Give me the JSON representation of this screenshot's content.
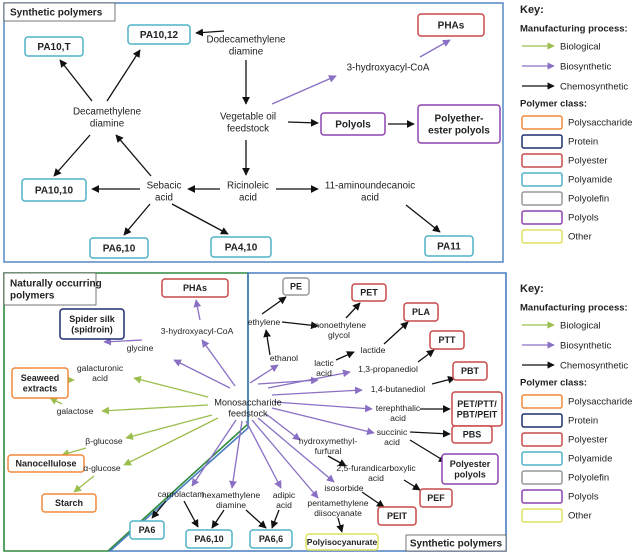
{
  "colors": {
    "synthetic_panel_border": "#4a7fc1",
    "natural_panel_border": "#2e8b3e",
    "biological_arrow": "#9bbf4f",
    "biosynthetic_arrow": "#8a6fc4",
    "chemosynthetic_arrow": "#111111",
    "polysaccharide": "#f08a3c",
    "protein": "#1f2f6e",
    "polyester": "#c94a4a",
    "polyamide": "#4fb3c7",
    "polyolefin": "#999999",
    "polyols": "#8e44ad",
    "other": "#e0e060"
  },
  "top": {
    "title": "Synthetic polymers",
    "nodes": {
      "pa10t": "PA10,T",
      "pa1012": "PA10,12",
      "phas": "PHAs",
      "dodecamethylene_diamine": [
        "Dodecamethylene",
        "diamine"
      ],
      "hydroxyacyl_coa": "3-hydroxyacyl-CoA",
      "decamethylene_diamine": [
        "Decamethylene",
        "diamine"
      ],
      "vegetable_oil": [
        "Vegetable oil",
        "feedstock"
      ],
      "polyols": "Polyols",
      "polyether_ester": [
        "Polyether-",
        "ester polyols"
      ],
      "pa1010": "PA10,10",
      "sebacic_acid": [
        "Sebacic",
        "acid"
      ],
      "ricinoleic_acid": [
        "Ricinoleic",
        "acid"
      ],
      "aminoundecanoic_acid": [
        "11-aminoundecanoic",
        "acid"
      ],
      "pa610": "PA6,10",
      "pa410": "PA4,10",
      "pa11": "PA11"
    }
  },
  "bottom": {
    "natural_title": [
      "Naturally occurring",
      "polymers"
    ],
    "synthetic_title": "Synthetic polymers",
    "nodes": {
      "phas": "PHAs",
      "hydroxyacyl_coa": "3-hydroxyacyl-CoA",
      "spider_silk": [
        "Spider silk",
        "(spidroin)"
      ],
      "glycine": "glycine",
      "seaweed": [
        "Seaweed",
        "extracts"
      ],
      "galacturonic": [
        "galacturonic",
        "acid"
      ],
      "galactose": "galactose",
      "beta_glucose": "β-glucose",
      "nanocellulose": "Nanocellulose",
      "alpha_glucose": "α-glucose",
      "starch": "Starch",
      "monosaccharide": [
        "Monosaccharide",
        "feedstock"
      ],
      "pe": "PE",
      "pet": "PET",
      "ethylene": "ethylene",
      "monoethylene_glycol": [
        "monoethylene",
        "glycol"
      ],
      "pla": "PLA",
      "ethanol": "ethanol",
      "lactic_acid": [
        "lactic",
        "acid"
      ],
      "lactide": "lactide",
      "ptt": "PTT",
      "propanediol": "1,3-propanediol",
      "pbt": "PBT",
      "butanediol": "1,4-butanediol",
      "pet_ptt_pbt_peit": [
        "PET/PTT/",
        "PBT/PEIT"
      ],
      "terephthalic": [
        "terephthalic",
        "acid"
      ],
      "succinic": [
        "succinic",
        "acid"
      ],
      "pbs": "PBS",
      "hmf": [
        "hydroxymethyl-",
        "furfural"
      ],
      "polyester_polyols": [
        "Polyester",
        "polyols"
      ],
      "fdca": [
        "2,5-furandicarboxylic",
        "acid"
      ],
      "pef": "PEF",
      "isosorbide": "isosorbide",
      "peit": "PEIT",
      "caprolactam": "caprolactam",
      "hexamethylene_diamine": [
        "hexamethylene",
        "diamine"
      ],
      "adipic_acid": [
        "adipic",
        "acid"
      ],
      "pentamethylene": [
        "pentamethylene",
        "diisocyanate"
      ],
      "pa6": "PA6",
      "pa610": "PA6,10",
      "pa66": "PA6,6",
      "polyisocyanurate": "Polyisocyanurate"
    }
  },
  "legend": {
    "key_label": "Key:",
    "process_heading": "Manufacturing process:",
    "processes": [
      "Biological",
      "Biosynthetic",
      "Chemosynthetic"
    ],
    "class_heading": "Polymer class:",
    "classes": [
      "Polysaccharide",
      "Protein",
      "Polyester",
      "Polyamide",
      "Polyolefin",
      "Polyols",
      "Other"
    ]
  }
}
